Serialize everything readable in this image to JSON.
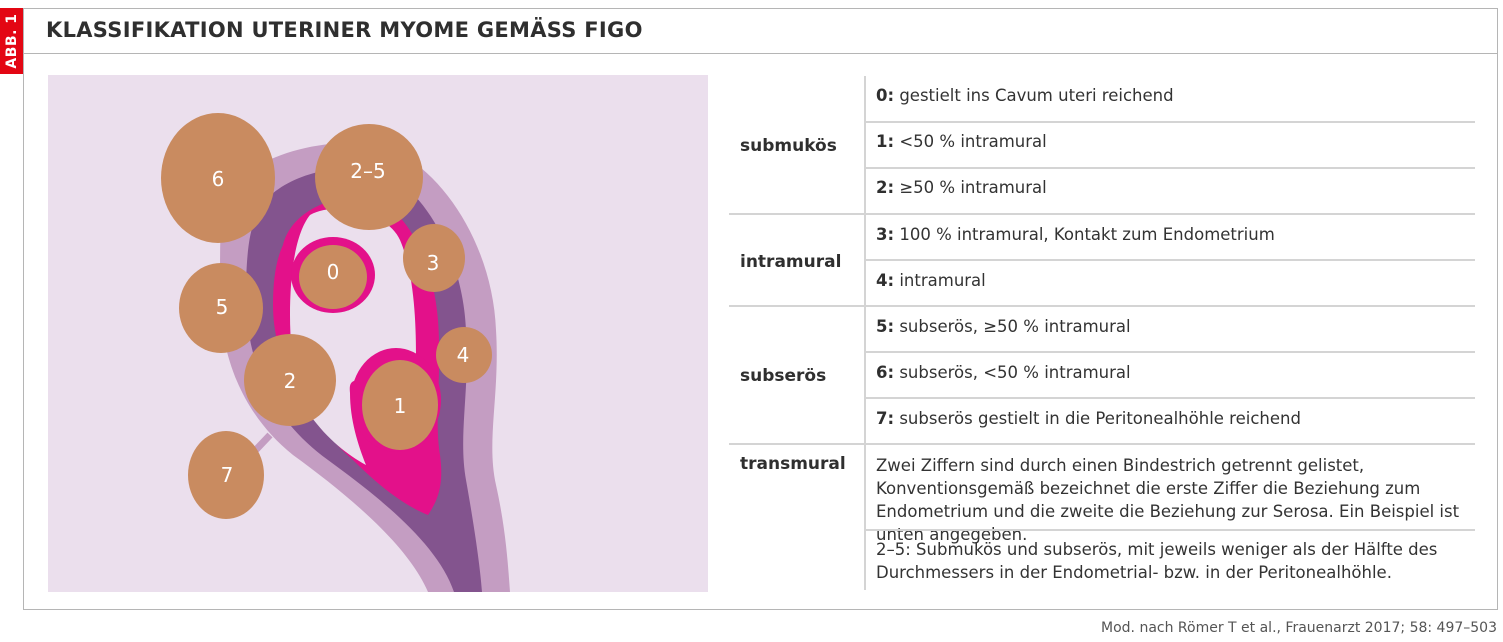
{
  "figure_tag": "ABB. 1",
  "title": "KLASSIFIKATION UTERINER MYOME GEMÄSS FIGO",
  "colors": {
    "accent_red": "#e30613",
    "background_lilac": "#ebdfed",
    "serosa_light": "#c49dc2",
    "myometrium_purple": "#83548e",
    "endometrium_pink": "#e3118a",
    "myoma_tan": "#c98b60"
  },
  "diagram": {
    "labels": {
      "m0": "0",
      "m1": "1",
      "m2": "2",
      "m25": "2–5",
      "m3": "3",
      "m4": "4",
      "m5": "5",
      "m6": "6",
      "m7": "7"
    }
  },
  "table": {
    "categories": [
      {
        "label": "submukös",
        "items": [
          {
            "code": "0:",
            "text": " gestielt ins Cavum uteri reichend"
          },
          {
            "code": "1:",
            "text": " <50 % intramural"
          },
          {
            "code": "2:",
            "text": " ≥50 % intramural"
          }
        ]
      },
      {
        "label": "intramural",
        "items": [
          {
            "code": "3:",
            "text": " 100 % intramural, Kontakt zum Endometrium"
          },
          {
            "code": "4:",
            "text": " intramural"
          }
        ]
      },
      {
        "label": "subserös",
        "items": [
          {
            "code": "5:",
            "text": " subserös, ≥50 % intramural"
          },
          {
            "code": "6:",
            "text": " subserös, <50 % intramural"
          },
          {
            "code": "7:",
            "text": " subserös gestielt in die Peritonealhöhle reichend"
          }
        ]
      },
      {
        "label": "transmural",
        "items": [
          {
            "code": "",
            "text": "Zwei Ziffern sind durch einen Bindestrich getrennt gelistet, Konventions­gemäß bezeichnet die erste Ziffer die Beziehung zum Endometrium und die zweite die Beziehung zur Serosa. Ein Beispiel ist unten angegeben."
          },
          {
            "code": "",
            "text": "2–5: Submukös und subserös, mit jeweils weniger als der Hälfte des Durchmessers in der Endometrial- bzw. in der Peritonealhöhle."
          }
        ]
      }
    ]
  },
  "source": "Mod. nach Römer T et al., Frauenarzt 2017; 58: 497–503"
}
